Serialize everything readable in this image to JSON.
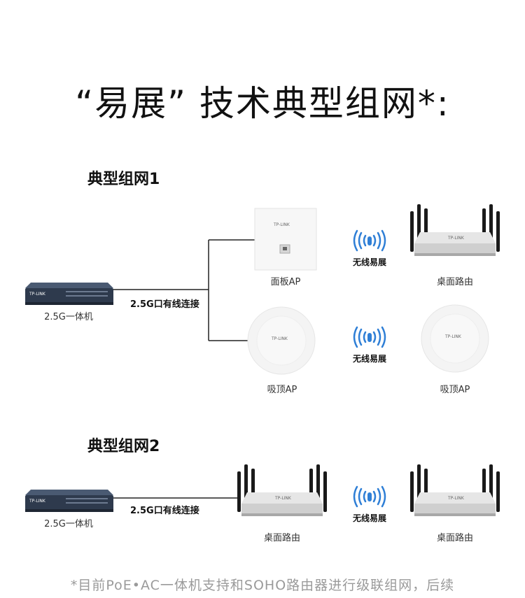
{
  "title": "“易展” 技术典型组网*:",
  "topology1": {
    "heading": "典型组网1",
    "switch_label": "2.5G一体机",
    "link_label": "2.5G口有线连接",
    "panel_ap_label": "面板AP",
    "ceiling_ap_label": "吸顶AP",
    "ceiling_ap2_label": "吸顶AP",
    "router_label": "桌面路由",
    "wireless_label_top": "无线易展",
    "wireless_label_bottom": "无线易展"
  },
  "topology2": {
    "heading": "典型组网2",
    "switch_label": "2.5G一体机",
    "link_label": "2.5G口有线连接",
    "router1_label": "桌面路由",
    "router2_label": "桌面路由",
    "wireless_label": "无线易展"
  },
  "brand_text": "TP-LINK",
  "footnote": "*目前PoE•AC一体机支持和SOHO路由器进行级联组网，后续",
  "colors": {
    "wifi_blue": "#2f7fd6",
    "switch_body": "#2e3a4d",
    "router_body": "#d9d9d9"
  }
}
